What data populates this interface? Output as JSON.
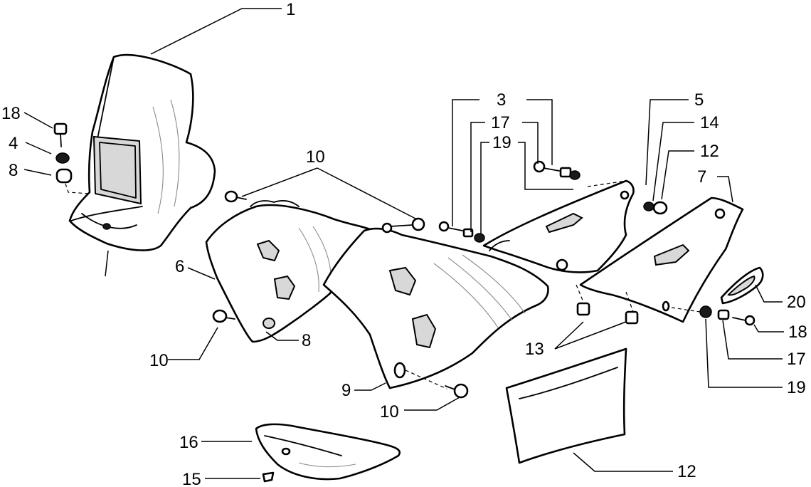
{
  "callouts": {
    "c1": "1",
    "c18a": "18",
    "c4": "4",
    "c8a": "8",
    "c10a": "10",
    "c6": "6",
    "c8b": "8",
    "c10b": "10",
    "c9": "9",
    "c10c": "10",
    "c16": "16",
    "c15": "15",
    "c3": "3",
    "c17a": "17",
    "c19a": "19",
    "c5": "5",
    "c14": "14",
    "c12a": "12",
    "c7": "7",
    "c20": "20",
    "c18b": "18",
    "c17b": "17",
    "c19b": "19",
    "c13": "13",
    "c12b": "12"
  }
}
